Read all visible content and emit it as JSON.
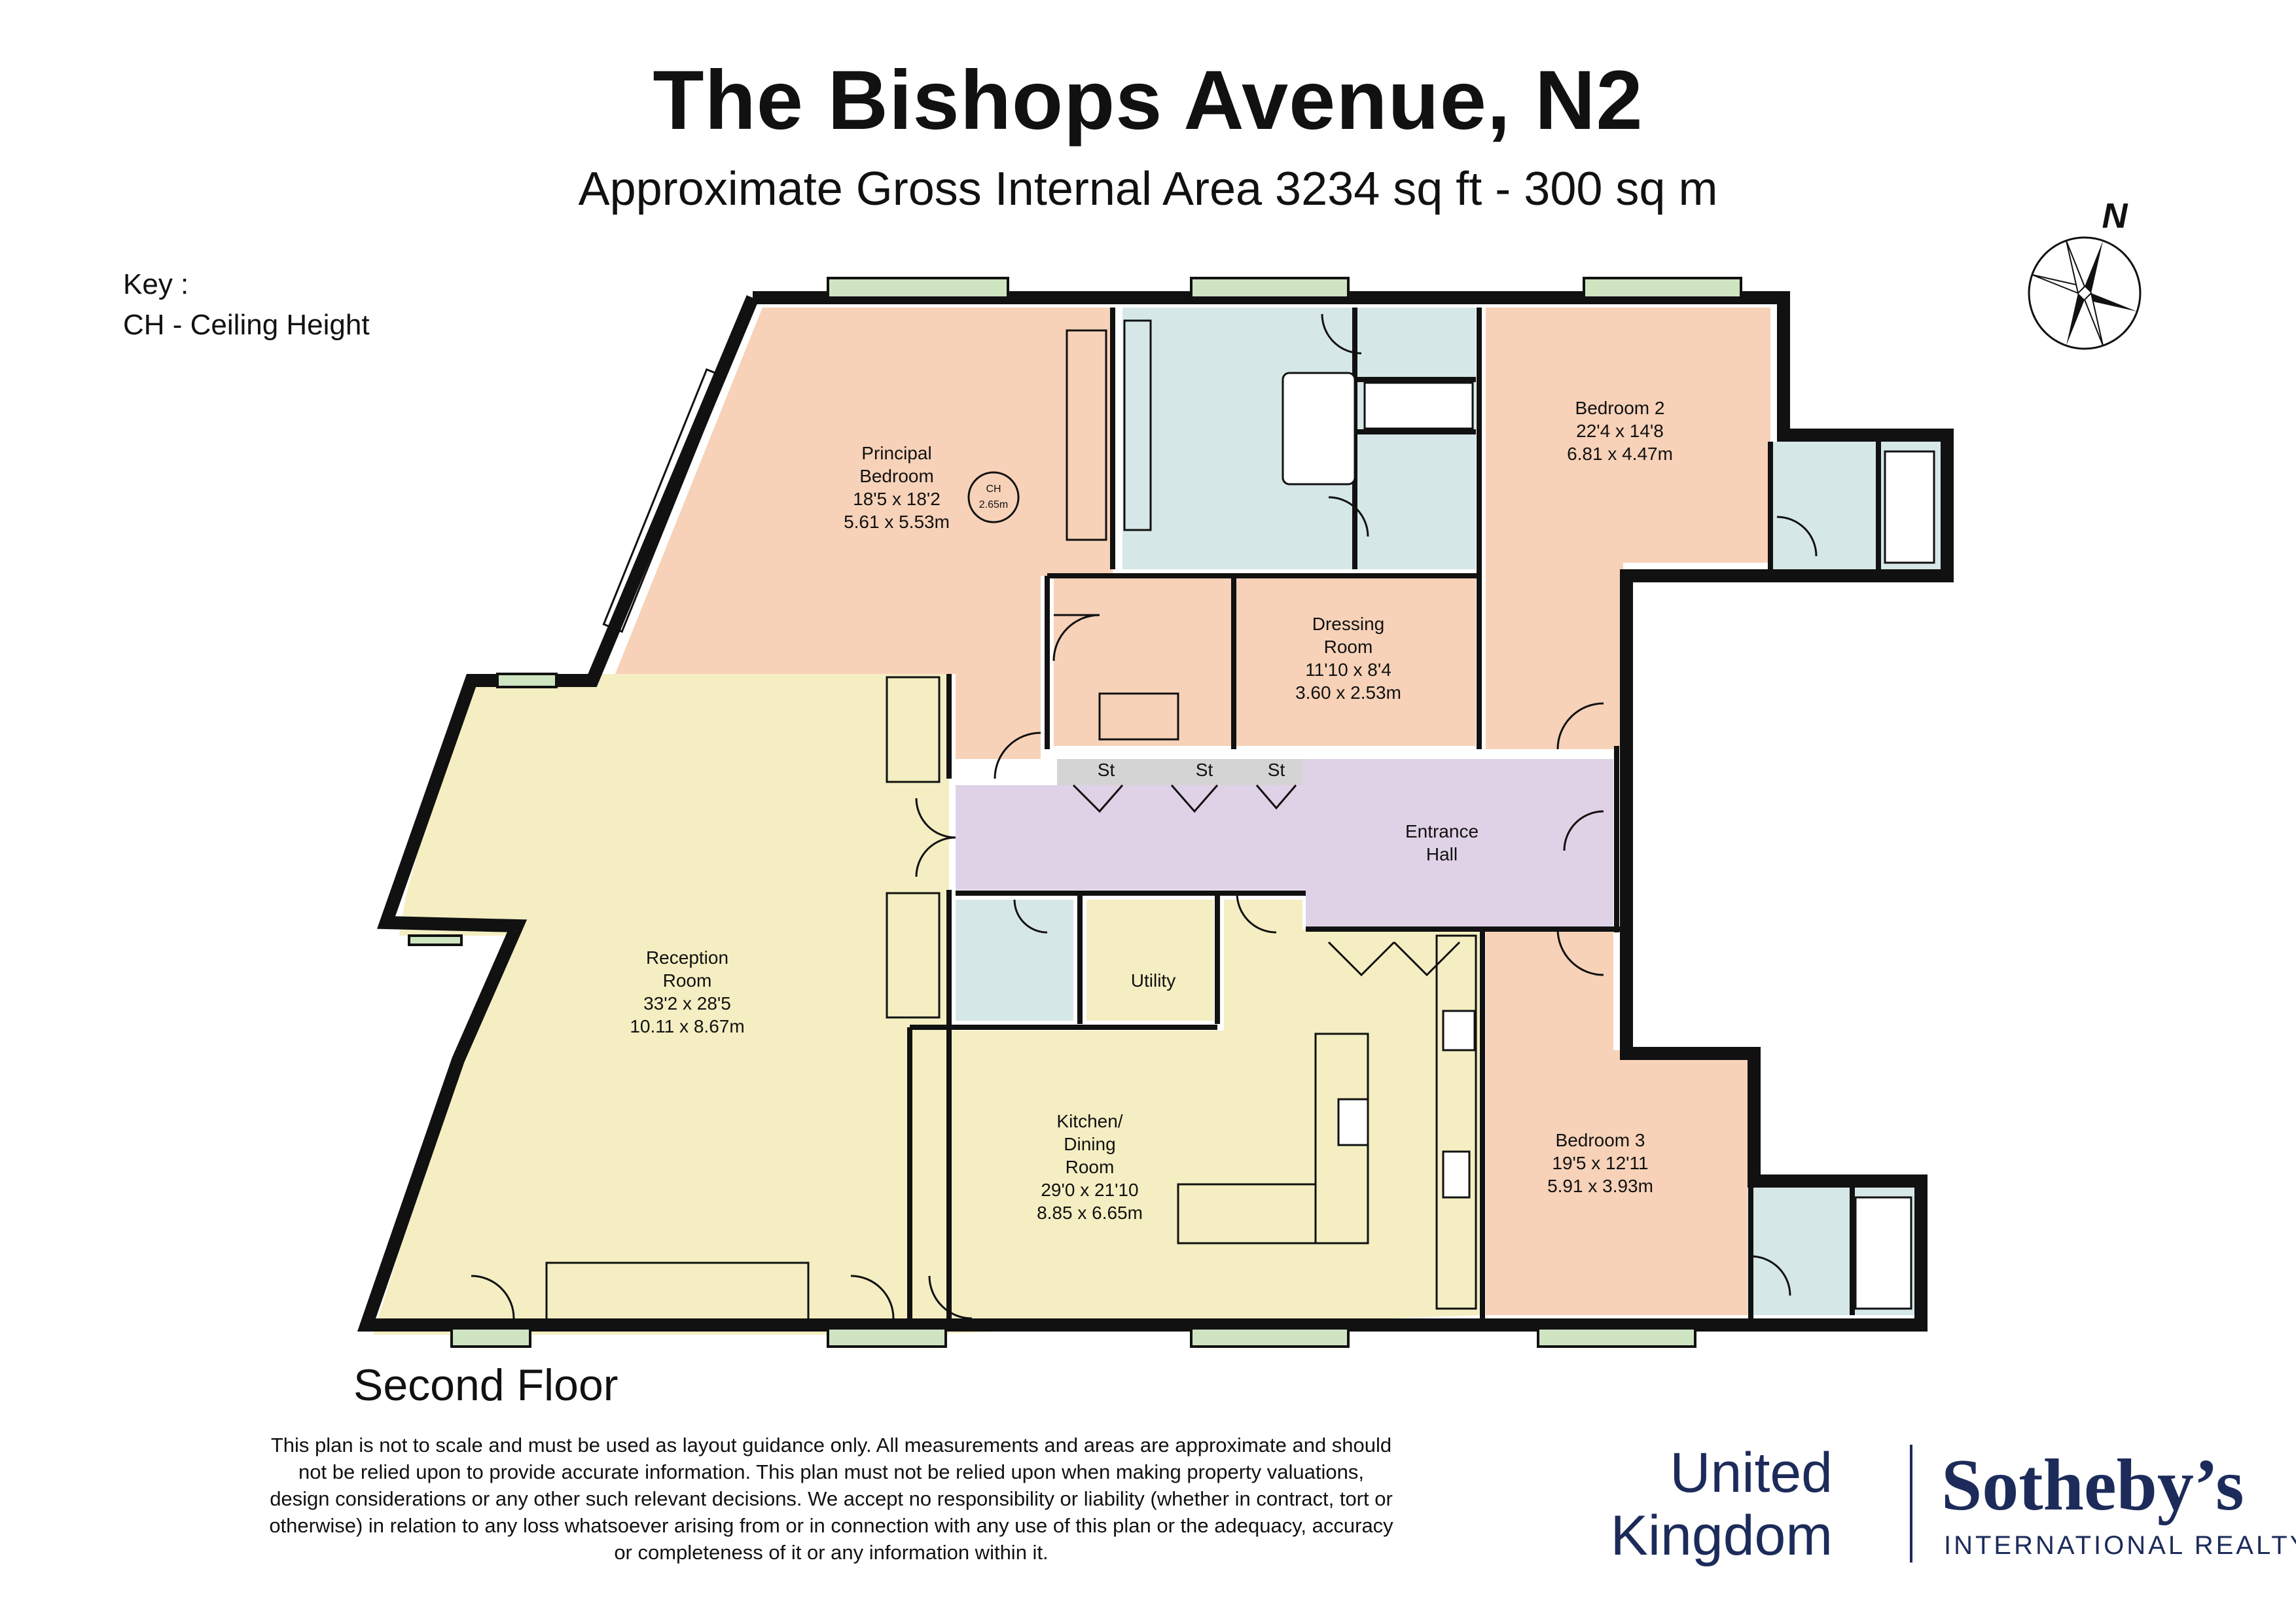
{
  "header": {
    "title": "The Bishops Avenue, N2",
    "subtitle": "Approximate Gross Internal Area 3234 sq ft - 300 sq m"
  },
  "key": {
    "heading": "Key :",
    "entry": "CH - Ceiling Height"
  },
  "compass": {
    "label": "N"
  },
  "rooms": {
    "principal_bedroom": {
      "name1": "Principal",
      "name2": "Bedroom",
      "imperial": "18'5 x 18'2",
      "metric": "5.61 x 5.53m",
      "ceiling_label": "CH",
      "ceiling_value": "2.65m"
    },
    "bedroom2": {
      "name": "Bedroom 2",
      "imperial": "22'4 x 14'8",
      "metric": "6.81 x 4.47m"
    },
    "dressing_room": {
      "name1": "Dressing",
      "name2": "Room",
      "imperial": "11'10 x 8'4",
      "metric": "3.60 x 2.53m"
    },
    "storage": [
      "St",
      "St",
      "St"
    ],
    "entrance_hall": {
      "name1": "Entrance",
      "name2": "Hall"
    },
    "reception_room": {
      "name1": "Reception",
      "name2": "Room",
      "imperial": "33'2 x 28'5",
      "metric": "10.11 x 8.67m"
    },
    "utility": {
      "name": "Utility"
    },
    "kitchen": {
      "name1": "Kitchen/",
      "name2": "Dining",
      "name3": "Room",
      "imperial": "29'0 x 21'10",
      "metric": "8.85 x 6.65m"
    },
    "bedroom3": {
      "name": "Bedroom 3",
      "imperial": "19'5 x 12'11",
      "metric": "5.91 x 3.93m"
    }
  },
  "floor_label": "Second Floor",
  "disclaimer": [
    "This plan is not to scale and must be used as layout guidance only. All measurements and areas are approximate and should",
    "not be relied upon to provide accurate information. This plan must not be relied upon when making property valuations,",
    "design considerations or any other such relevant decisions. We accept no responsibility or liability (whether in contract, tort or",
    "otherwise) in relation to any loss whatsoever arising from or in connection with any use of this plan or the adequacy, accuracy",
    "or completeness of it or any information within it."
  ],
  "brand": {
    "line1": "United",
    "line2": "Kingdom",
    "name": "Sotheby’s",
    "tagline": "INTERNATIONAL REALTY"
  },
  "colors": {
    "bedroom": "#f7d2b8",
    "bathroom": "#d6e7e8",
    "reception": "#f4eec2",
    "hall": "#e0d2e6",
    "storage": "#d4d4d4",
    "wall": "#111111",
    "window": "#cfe5c2"
  }
}
